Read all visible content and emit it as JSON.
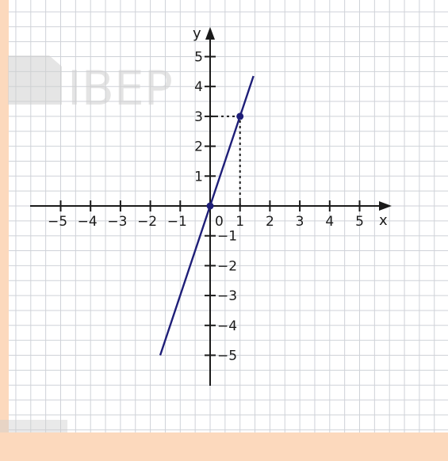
{
  "chart_data": {
    "type": "line",
    "xlabel": "x",
    "ylabel": "y",
    "xlim": [
      -6.5,
      6.5
    ],
    "ylim": [
      -6,
      6.5
    ],
    "grid": true,
    "origin_label": "0",
    "x_ticks": [
      {
        "value": -5,
        "label": "−5"
      },
      {
        "value": -4,
        "label": "−4"
      },
      {
        "value": -3,
        "label": "−3"
      },
      {
        "value": -2,
        "label": "−2"
      },
      {
        "value": -1,
        "label": "−1"
      },
      {
        "value": 1,
        "label": "1"
      },
      {
        "value": 2,
        "label": "2"
      },
      {
        "value": 3,
        "label": "3"
      },
      {
        "value": 4,
        "label": "4"
      },
      {
        "value": 5,
        "label": "5"
      }
    ],
    "y_ticks": [
      {
        "value": 5,
        "label": "5"
      },
      {
        "value": 4,
        "label": "4"
      },
      {
        "value": 3,
        "label": "3"
      },
      {
        "value": 2,
        "label": "2"
      },
      {
        "value": 1,
        "label": "1"
      },
      {
        "value": -1,
        "label": "−1"
      },
      {
        "value": -2,
        "label": "−2"
      },
      {
        "value": -3,
        "label": "−3"
      },
      {
        "value": -4,
        "label": "−4"
      },
      {
        "value": -5,
        "label": "−5"
      }
    ],
    "series": [
      {
        "x": [
          -1.67,
          1.45
        ],
        "y": [
          -5,
          4.35
        ],
        "color": "#1e1e78"
      }
    ],
    "points": [
      {
        "x": 0,
        "y": 0
      },
      {
        "x": 1,
        "y": 3
      }
    ],
    "guides": [
      {
        "from": [
          1,
          0
        ],
        "to": [
          1,
          3
        ],
        "style": "dotted"
      },
      {
        "from": [
          0,
          3
        ],
        "to": [
          1,
          3
        ],
        "style": "dotted"
      }
    ]
  },
  "colors": {
    "background": "#fcd9bd",
    "panel": "#ffffff",
    "grid": "#cfd2d8",
    "axis": "#1a1a1a",
    "line": "#1e1e78",
    "watermark": "#cfcfcf"
  },
  "watermark": "IBEP"
}
